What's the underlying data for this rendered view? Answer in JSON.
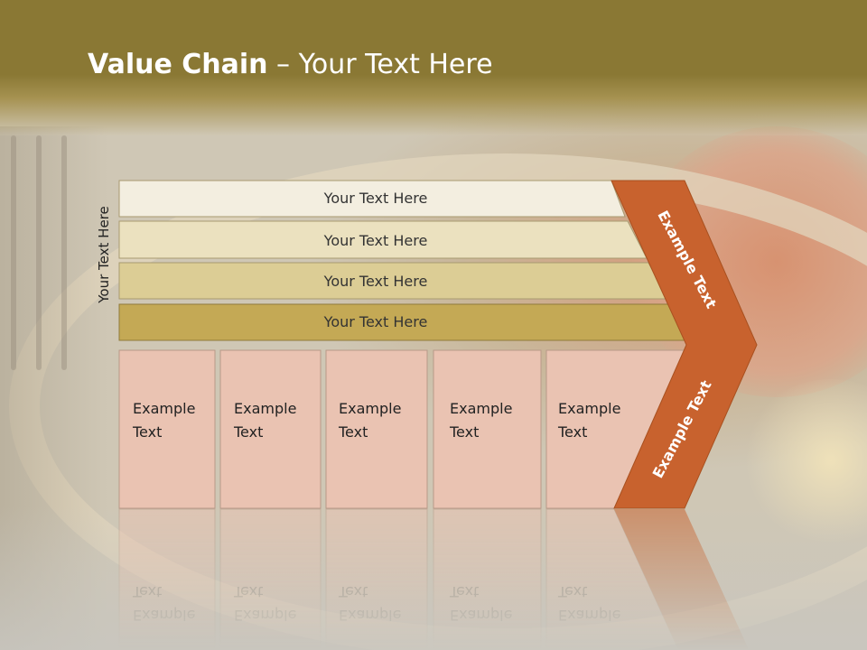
{
  "slide": {
    "title_bold": "Value Chain",
    "title_rest": " – Your Text Here",
    "side_label": "Your Text Here"
  },
  "bands": [
    {
      "label": "Your Text Here",
      "color": "#f3eee0"
    },
    {
      "label": "Your Text Here",
      "color": "#ebe1bf"
    },
    {
      "label": "Your Text Here",
      "color": "#dccd95"
    },
    {
      "label": "Your Text Here",
      "color": "#c4a955"
    }
  ],
  "boxes": [
    {
      "line1": "Example",
      "line2": "Text"
    },
    {
      "line1": "Example",
      "line2": "Text"
    },
    {
      "line1": "Example",
      "line2": "Text"
    },
    {
      "line1": "Example",
      "line2": "Text"
    },
    {
      "line1": "Example",
      "line2": "Text"
    }
  ],
  "arrow": {
    "upper_text": "Example Text",
    "lower_text": "Example Text",
    "color": "#c8622e"
  },
  "colors": {
    "header": "#8a7834",
    "box_fill": "#eac3b2",
    "box_border": "#b89a88"
  }
}
